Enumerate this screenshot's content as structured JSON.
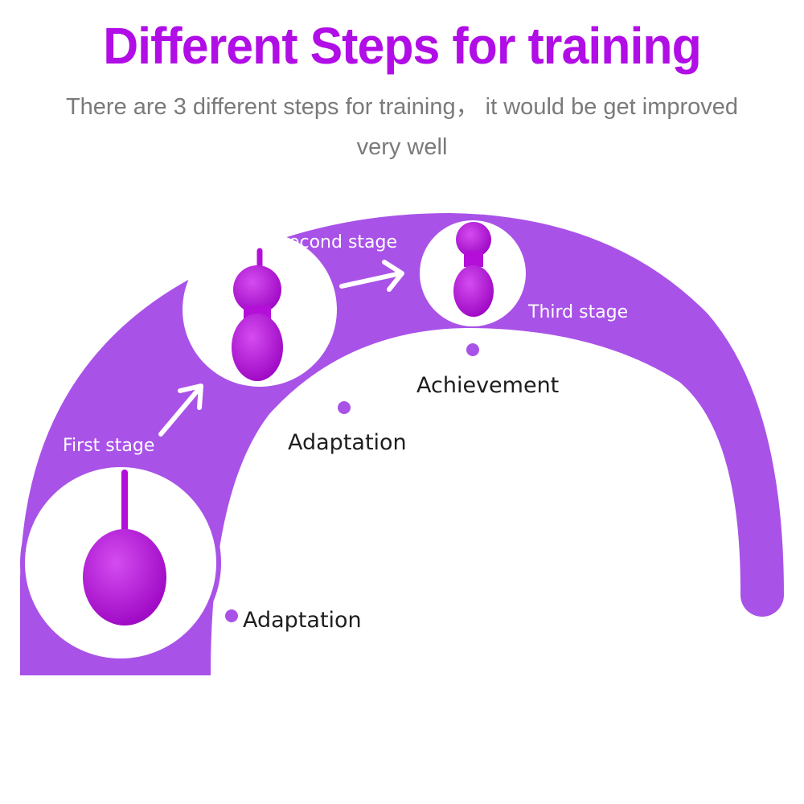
{
  "header": {
    "title": "Different Steps for  training",
    "subtitle": "There are 3 different steps for training， it would be get improved very well"
  },
  "stages": {
    "first": "First stage",
    "second": "Second stage",
    "third": "Third stage"
  },
  "points": {
    "adaptation_low": "Adaptation",
    "adaptation_mid": "Adaptation",
    "achievement": "Achievement"
  },
  "colors": {
    "title": "#b10de6",
    "arc": "#a952e8",
    "product": "#b40fd8",
    "subtitle": "#7a7a7a"
  }
}
